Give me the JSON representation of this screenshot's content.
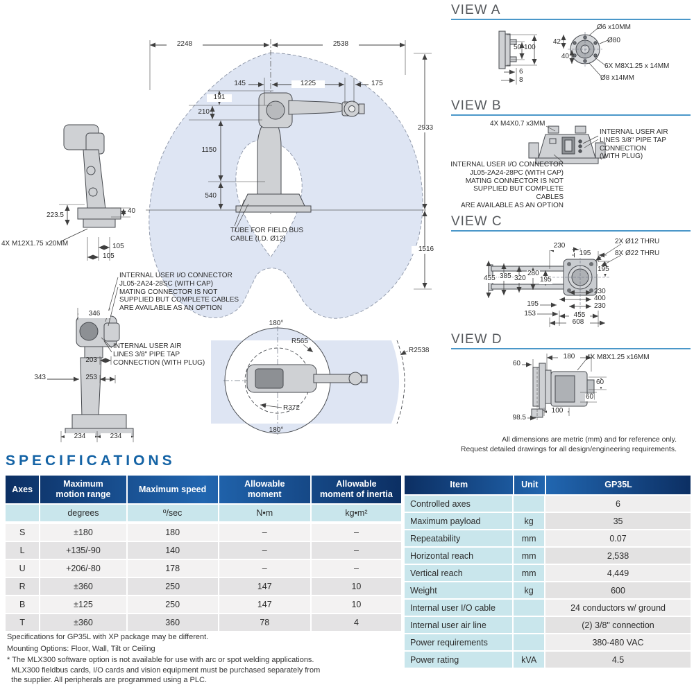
{
  "colors": {
    "accent_blue": "#1463a5",
    "underline_blue": "#4a97c9",
    "header_navy": "#0c2f63",
    "header_blue": "#2166b0",
    "unit_row": "#c9e6ec",
    "row_light": "#f3f2f2",
    "row_dark": "#e4e3e4",
    "envelope_blue": "#dee5f3"
  },
  "envelope": {
    "dims": {
      "d2248": "2248",
      "d2538": "2538",
      "d2933": "2933",
      "d1516": "1516",
      "d145": "145",
      "d1225": "1225",
      "d175": "175",
      "d191": "191",
      "d210": "210",
      "d1150": "1150",
      "d540": "540",
      "d223_5": "223.5",
      "d40": "40",
      "d105a": "105",
      "d105b": "105",
      "bolt_label": "4X M12X1.75 x20MM",
      "d346": "346",
      "d203": "203",
      "d343": "343",
      "d253": "253",
      "d234a": "234",
      "d234b": "234"
    },
    "notes": {
      "tube": "TUBE FOR FIELD BUS\nCABLE (I.D. Ø12)",
      "io_connector": "INTERNAL USER I/O CONNECTOR\nJL05-2A24-28SC (WITH CAP)\nMATING CONNECTOR IS NOT\nSUPPLIED BUT COMPLETE CABLES\nARE AVAILABLE AS AN OPTION",
      "air_lines": "INTERNAL USER AIR\nLINES 3/8\" PIPE TAP\nCONNECTION (WITH PLUG)"
    },
    "topview": {
      "angle_top": "180°",
      "angle_bottom": "180°",
      "r565": "R565",
      "r372": "R372",
      "r2538": "R2538"
    }
  },
  "views": {
    "a": {
      "title": "VIEW A",
      "d50": "50",
      "d100": "100",
      "d6": "6",
      "d8": "8",
      "d42": "42",
      "d40": "40",
      "hole6": "Ø6 x10MM",
      "d80": "Ø80",
      "bolts": "6X M8X1.25 x 14MM",
      "hole8": "Ø8 x14MM"
    },
    "b": {
      "title": "VIEW B",
      "bolts": "4X M4X0.7 x3MM",
      "air": "INTERNAL USER AIR\nLINES 3/8\" PIPE TAP\nCONNECTION\n(WITH PLUG)",
      "io": "INTERNAL USER I/O CONNECTOR\nJL05-2A24-28PC (WITH CAP)\nMATING CONNECTOR IS NOT\nSUPPLIED BUT COMPLETE CABLES\nARE AVAILABLE AS AN OPTION"
    },
    "c": {
      "title": "VIEW C",
      "thru12": "2X Ø12 THRU",
      "thru22": "8X Ø22 THRU",
      "d230t": "230",
      "d195t": "195",
      "d455": "455",
      "d385": "385",
      "d320": "320",
      "d280": "280",
      "d195m": "195",
      "d195r": "195",
      "d230r": "230",
      "d400r": "400",
      "d230r2": "230",
      "d195b": "195",
      "d153": "153",
      "d455b": "455",
      "d608": "608"
    },
    "d": {
      "title": "VIEW D",
      "bolts": "4X M8X1.25 x16MM",
      "d60a": "60",
      "d180": "180",
      "d60b": "60",
      "d60c": "60",
      "d100": "100",
      "d98_5": "98.5"
    }
  },
  "note": "All dimensions are metric (mm) and for reference only.\nRequest detailed drawings for all design/engineering requirements.",
  "spec": {
    "title": "SPECIFICATIONS",
    "axes_table": {
      "headers": [
        "Axes",
        "Maximum\nmotion range",
        "Maximum speed",
        "Allowable\nmoment",
        "Allowable\nmoment of inertia"
      ],
      "units": [
        "",
        "degrees",
        "º/sec",
        "N•m",
        "kg•m²"
      ],
      "rows": [
        [
          "S",
          "±180",
          "180",
          "–",
          "–"
        ],
        [
          "L",
          "+135/-90",
          "140",
          "–",
          "–"
        ],
        [
          "U",
          "+206/-80",
          "178",
          "–",
          "–"
        ],
        [
          "R",
          "±360",
          "250",
          "147",
          "10"
        ],
        [
          "B",
          "±125",
          "250",
          "147",
          "10"
        ],
        [
          "T",
          "±360",
          "360",
          "78",
          "4"
        ]
      ]
    },
    "footnotes": [
      "Specifications for GP35L with XP package may be different.",
      "Mounting Options: Floor, Wall, Tilt or Ceiling",
      "* The MLX300 software option is not available for use with arc or spot welding applications.\n  MLX300 fieldbus cards, I/O cards and vision equipment must be purchased separately from\n  the supplier. All peripherals are programmed using a PLC."
    ],
    "item_table": {
      "headers": [
        "Item",
        "Unit",
        "GP35L"
      ],
      "rows": [
        [
          "Controlled axes",
          "",
          "6"
        ],
        [
          "Maximum payload",
          "kg",
          "35"
        ],
        [
          "Repeatability",
          "mm",
          "0.07"
        ],
        [
          "Horizontal reach",
          "mm",
          "2,538"
        ],
        [
          "Vertical reach",
          "mm",
          "4,449"
        ],
        [
          "Weight",
          "kg",
          "600"
        ],
        [
          "Internal user I/O cable",
          "",
          "24 conductors w/ ground"
        ],
        [
          "Internal user air line",
          "",
          "(2) 3/8\" connection"
        ],
        [
          "Power requirements",
          "",
          "380-480 VAC"
        ],
        [
          "Power rating",
          "kVA",
          "4.5"
        ]
      ]
    }
  }
}
